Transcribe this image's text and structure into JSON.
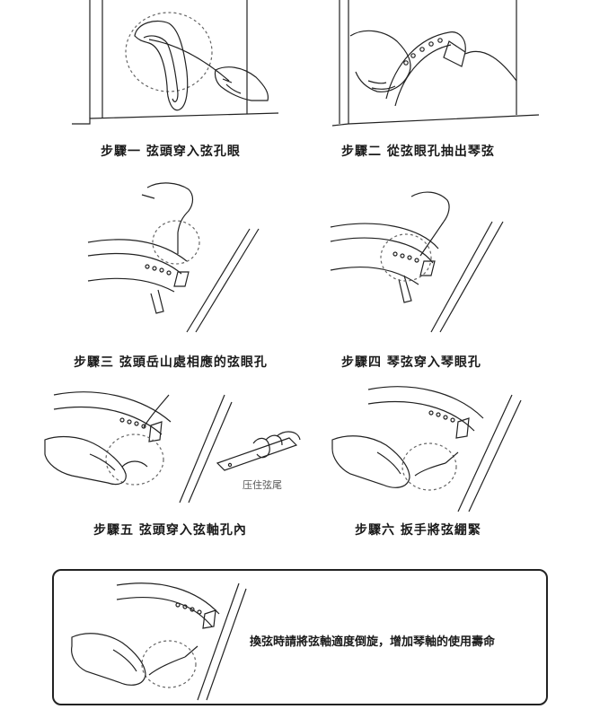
{
  "steps": [
    {
      "caption": "步驟一 弦頭穿入弦孔眼"
    },
    {
      "caption": "步驟二 從弦眼孔抽出琴弦"
    },
    {
      "caption": "步驟三 弦頭岳山處相應的弦眼孔"
    },
    {
      "caption": "步驟四 琴弦穿入琴眼孔"
    },
    {
      "caption": "步驟五 弦頭穿入弦軸孔內"
    },
    {
      "caption": "步驟六 扳手將弦綳緊"
    }
  ],
  "inset_label": "压住弦尾",
  "note": "換弦時請將弦軸適度倒旋，增加琴軸的使用壽命"
}
